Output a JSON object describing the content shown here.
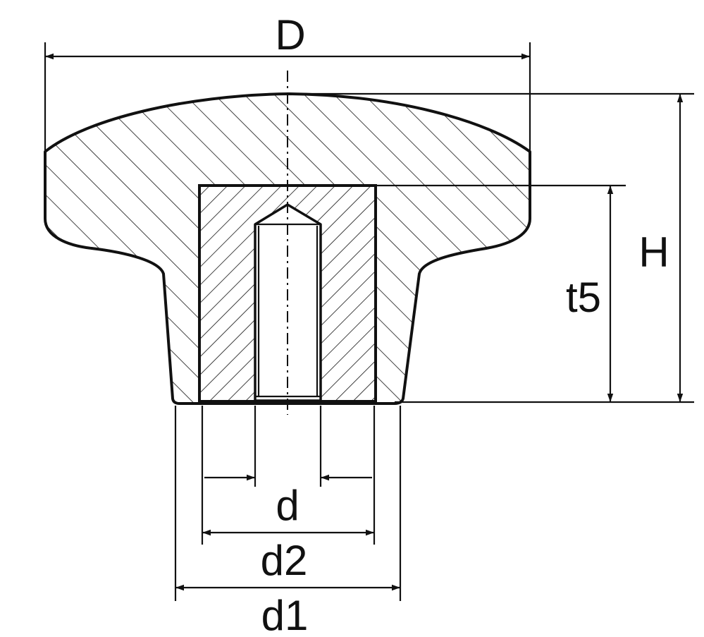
{
  "labels": {
    "D": "D",
    "H": "H",
    "t5": "t5",
    "d": "d",
    "d2": "d2",
    "d1": "d1"
  },
  "colors": {
    "line": "#111111",
    "background": "#ffffff"
  }
}
